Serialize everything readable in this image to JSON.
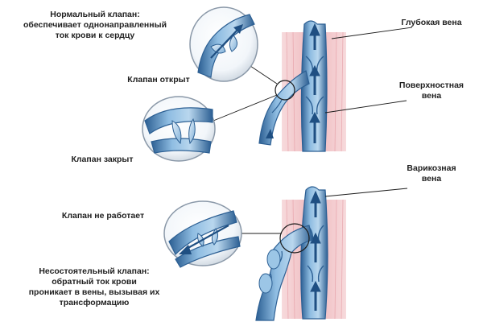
{
  "labels": {
    "normal_valve": "Нормальный клапан:\nобеспечивает однонаправленный\nток крови к сердцу",
    "valve_open": "Клапан открыт",
    "valve_closed": "Клапан закрыт",
    "valve_not_working": "Клапан не работает",
    "incompetent_valve": "Несостоятельный клапан:\nобратный ток крови\nпроникает в вены, вызывая их\nтрансформацию",
    "deep_vein": "Глубокая вена",
    "superficial_vein": "Поверхностная\nвена",
    "varicose_vein": "Варикозная\nвена"
  },
  "colors": {
    "vein_light": "#bcd8ee",
    "vein_mid": "#7fb2da",
    "vein_dark": "#2c5f93",
    "muscle": "#f1c3c6",
    "muscle_line": "#e49aa2",
    "callout_line": "#1b1b1b",
    "text": "#1f1f1f"
  }
}
